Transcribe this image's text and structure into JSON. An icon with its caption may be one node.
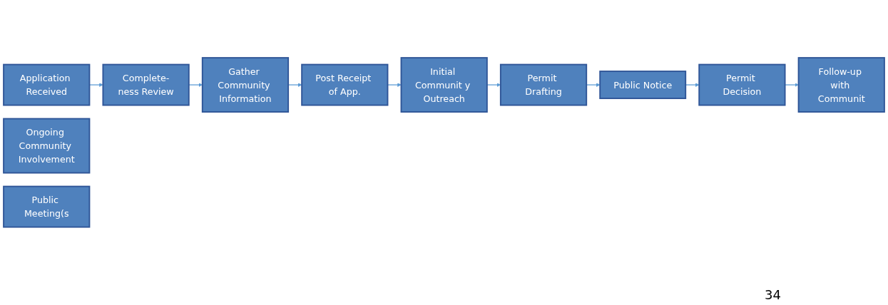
{
  "diagram": {
    "nodes": [
      {
        "text": [
          "Application Received"
        ]
      },
      {
        "text": [
          "Complete-ness Review"
        ]
      },
      {
        "text": [
          "Gather Community Information"
        ]
      },
      {
        "text": [
          "Post Receipt of App."
        ]
      },
      {
        "text": [
          "Initial Communit y Outreach"
        ]
      },
      {
        "text": [
          "Permit Drafting"
        ]
      },
      {
        "text": [
          "Ongoing Community Involvement"
        ]
      },
      {
        "text": [
          "Public Notice"
        ]
      },
      {
        "text": [
          "Public Meeting(s"
        ]
      },
      {
        "text": [
          "Permit Decision"
        ]
      },
      {
        "text": [
          "Follow-up with Communit"
        ]
      }
    ],
    "edges": [
      {
        "from": 0,
        "to": 1,
        "arrow": "to"
      },
      {
        "from": 1,
        "to": 2,
        "arrow": "to"
      },
      {
        "from": 2,
        "to": 3,
        "arrow": "to"
      },
      {
        "from": 3,
        "to": 4,
        "arrow": "to"
      },
      {
        "from": 4,
        "to": 5,
        "arrow": "to"
      },
      {
        "from": 5,
        "to": 7,
        "arrow": "to"
      },
      {
        "from": 7,
        "to": 9,
        "arrow": "to"
      },
      {
        "from": 9,
        "to": 10,
        "arrow": "to"
      }
    ],
    "labels": [
      "34"
    ]
  }
}
